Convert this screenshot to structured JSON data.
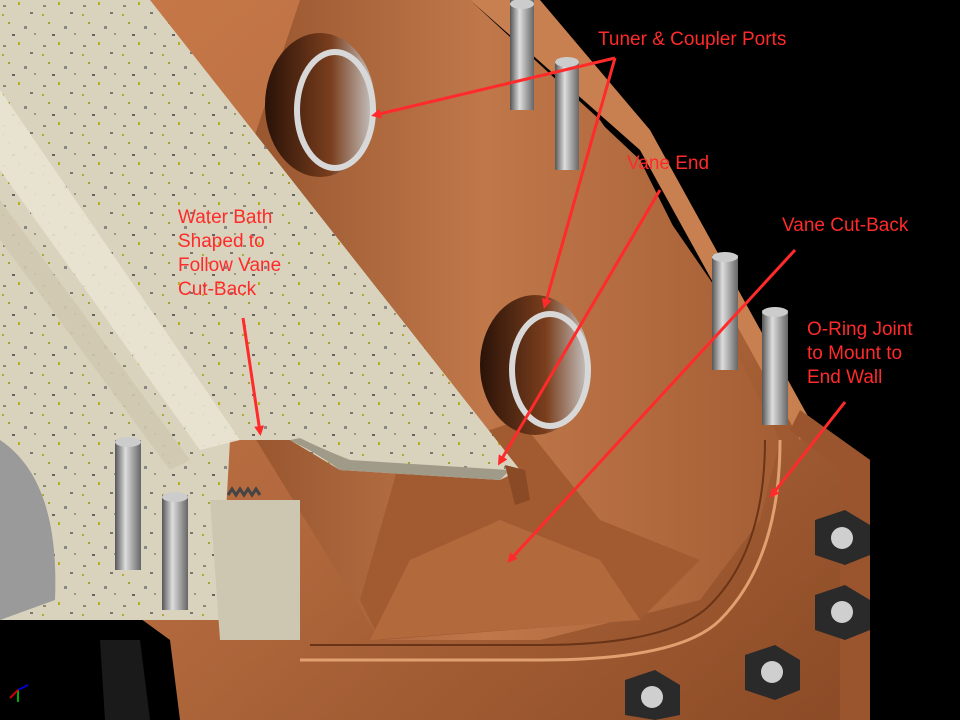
{
  "colors": {
    "annotation": "#ff2a2a",
    "copper": "#b86a3f",
    "copper_dark": "#7a3e1d",
    "copper_light": "#d58a5a",
    "water_bath": "#dcd6c2",
    "background": "#000000"
  },
  "labels": {
    "tuner_coupler_ports": "Tuner & Coupler Ports",
    "vane_end": "Vane End",
    "vane_cut_back": "Vane Cut-Back",
    "water_bath": "Water Bath\nShaped to\nFollow Vane\nCut-Back",
    "o_ring_joint": "O-Ring Joint\nto Mount to\nEnd Wall"
  },
  "icons": {
    "axis_triad": "axis-triad-icon"
  }
}
